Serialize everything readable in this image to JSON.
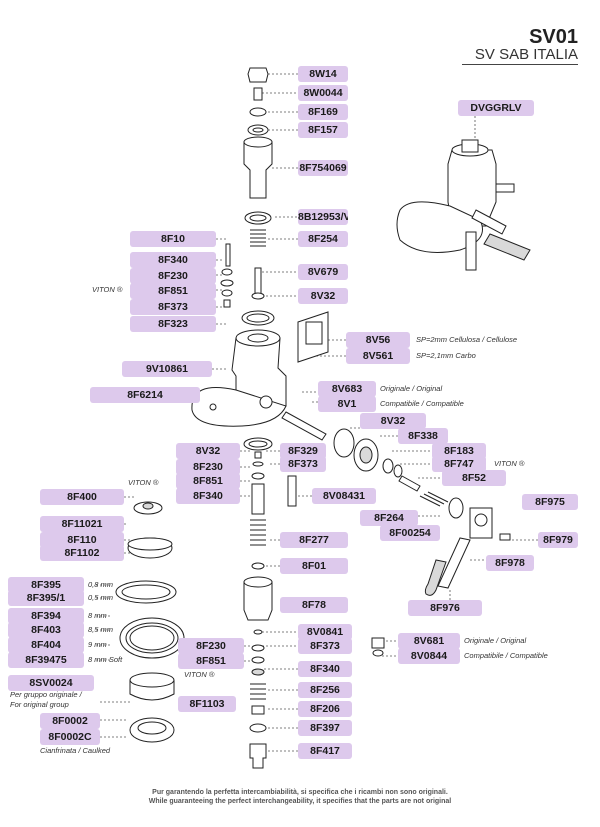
{
  "header": {
    "code": "SV01",
    "brand": "SV SAB ITALIA"
  },
  "labels": {
    "8W14": "8W14",
    "8W0044": "8W0044",
    "8F169": "8F169",
    "8F157": "8F157",
    "8F754069": "8F754069",
    "8B12953V": "8B12953/V",
    "8F254": "8F254",
    "8F10": "8F10",
    "8F340a": "8F340",
    "8F230a": "8F230",
    "8F851a": "8F851",
    "8F373a": "8F373",
    "8F323": "8F323",
    "8V679": "8V679",
    "8V32a": "8V32",
    "8V56": "8V56",
    "8V561": "8V561",
    "9V10861": "9V10861",
    "8F6214": "8F6214",
    "8V683": "8V683",
    "8V1": "8V1",
    "8V32b": "8V32",
    "8F338": "8F338",
    "8F183": "8F183",
    "8F747": "8F747",
    "8F52": "8F52",
    "8V32c": "8V32",
    "8F329": "8F329",
    "8F230b": "8F230",
    "8F373b": "8F373",
    "8F851b": "8F851",
    "8F340b": "8F340",
    "8V08431": "8V08431",
    "8F400": "8F400",
    "8F975": "8F975",
    "8F264": "8F264",
    "8F00254": "8F00254",
    "8F979": "8F979",
    "8F978": "8F978",
    "8F11021": "8F11021",
    "8F110": "8F110",
    "8F1102": "8F1102",
    "8F277": "8F277",
    "8F01": "8F01",
    "8F395": "8F395",
    "8F3951": "8F395/1",
    "8F78": "8F78",
    "8F976": "8F976",
    "8F394": "8F394",
    "8F403": "8F403",
    "8F404": "8F404",
    "8F39475": "8F39475",
    "8V0841": "8V0841",
    "8F230c": "8F230",
    "8F373c": "8F373",
    "8V681": "8V681",
    "8F851c": "8F851",
    "8V0844": "8V0844",
    "8F340c": "8F340",
    "8SV0024": "8SV0024",
    "8F256": "8F256",
    "8F1103": "8F1103",
    "8F206": "8F206",
    "8F0002": "8F0002",
    "8F0002C": "8F0002C",
    "8F397": "8F397",
    "8F417": "8F417",
    "DVGGRLV": "DVGGRLV"
  },
  "notes": {
    "viton1": "VITON ®",
    "viton2": "VITON ®",
    "viton3": "VITON ®",
    "viton4": "VITON ®",
    "sp2": "SP=2mm Cellulosa / Cellulose",
    "sp21": "SP=2,1mm  Carbo",
    "orig1": "Originale / Original",
    "comp1": "Compatibile / Compatible",
    "orig2": "Originale / Original",
    "comp2": "Compatibile / Compatible",
    "mm08": "0,8 mm",
    "mm05": "0,5 mm",
    "mm8": "8 mm",
    "mm85": "8,5 mm",
    "mm9": "9 mm",
    "mm8soft": "8 mm Soft",
    "group1": "Per gruppo originale /",
    "group2": "For original group",
    "caulked": "Cianfrinata / Caulked"
  },
  "footer": {
    "line1": "Pur garantendo la perfetta intercambiabilità, si specifica che i ricambi non sono originali.",
    "line2": "While guaranteeing the perfect interchangeability, it specifies that the parts are not original"
  }
}
